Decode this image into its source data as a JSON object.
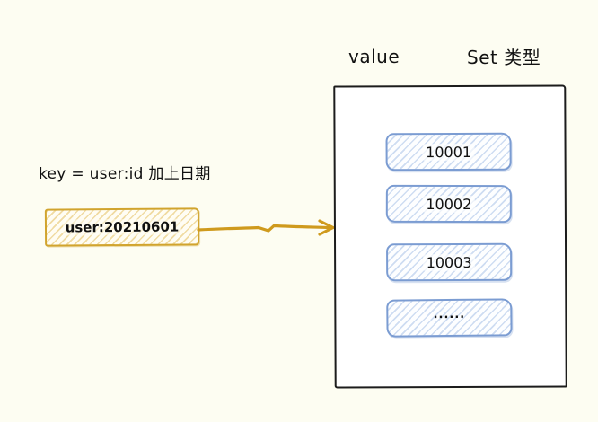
{
  "labels": {
    "value": "value",
    "set_type": "Set 类型",
    "key_formula": "key = user:id 加上日期"
  },
  "key_box": {
    "text": "user:20210601",
    "border_color": "#d1a42e",
    "hatch_color": "#e9cf8a"
  },
  "set_container": {
    "border_color": "#1c1c1c",
    "item_border_color": "#7b9cd2",
    "item_hatch_color": "#b9cfe9",
    "items": [
      {
        "text": "10001"
      },
      {
        "text": "10002"
      },
      {
        "text": "10003"
      },
      {
        "text": "......"
      }
    ]
  },
  "arrow": {
    "color": "#cf9a1d",
    "direction": "key-box-to-set-container"
  },
  "colors": {
    "background": "#fdfdf2",
    "container_fill": "#ffffff",
    "text": "#111111"
  }
}
